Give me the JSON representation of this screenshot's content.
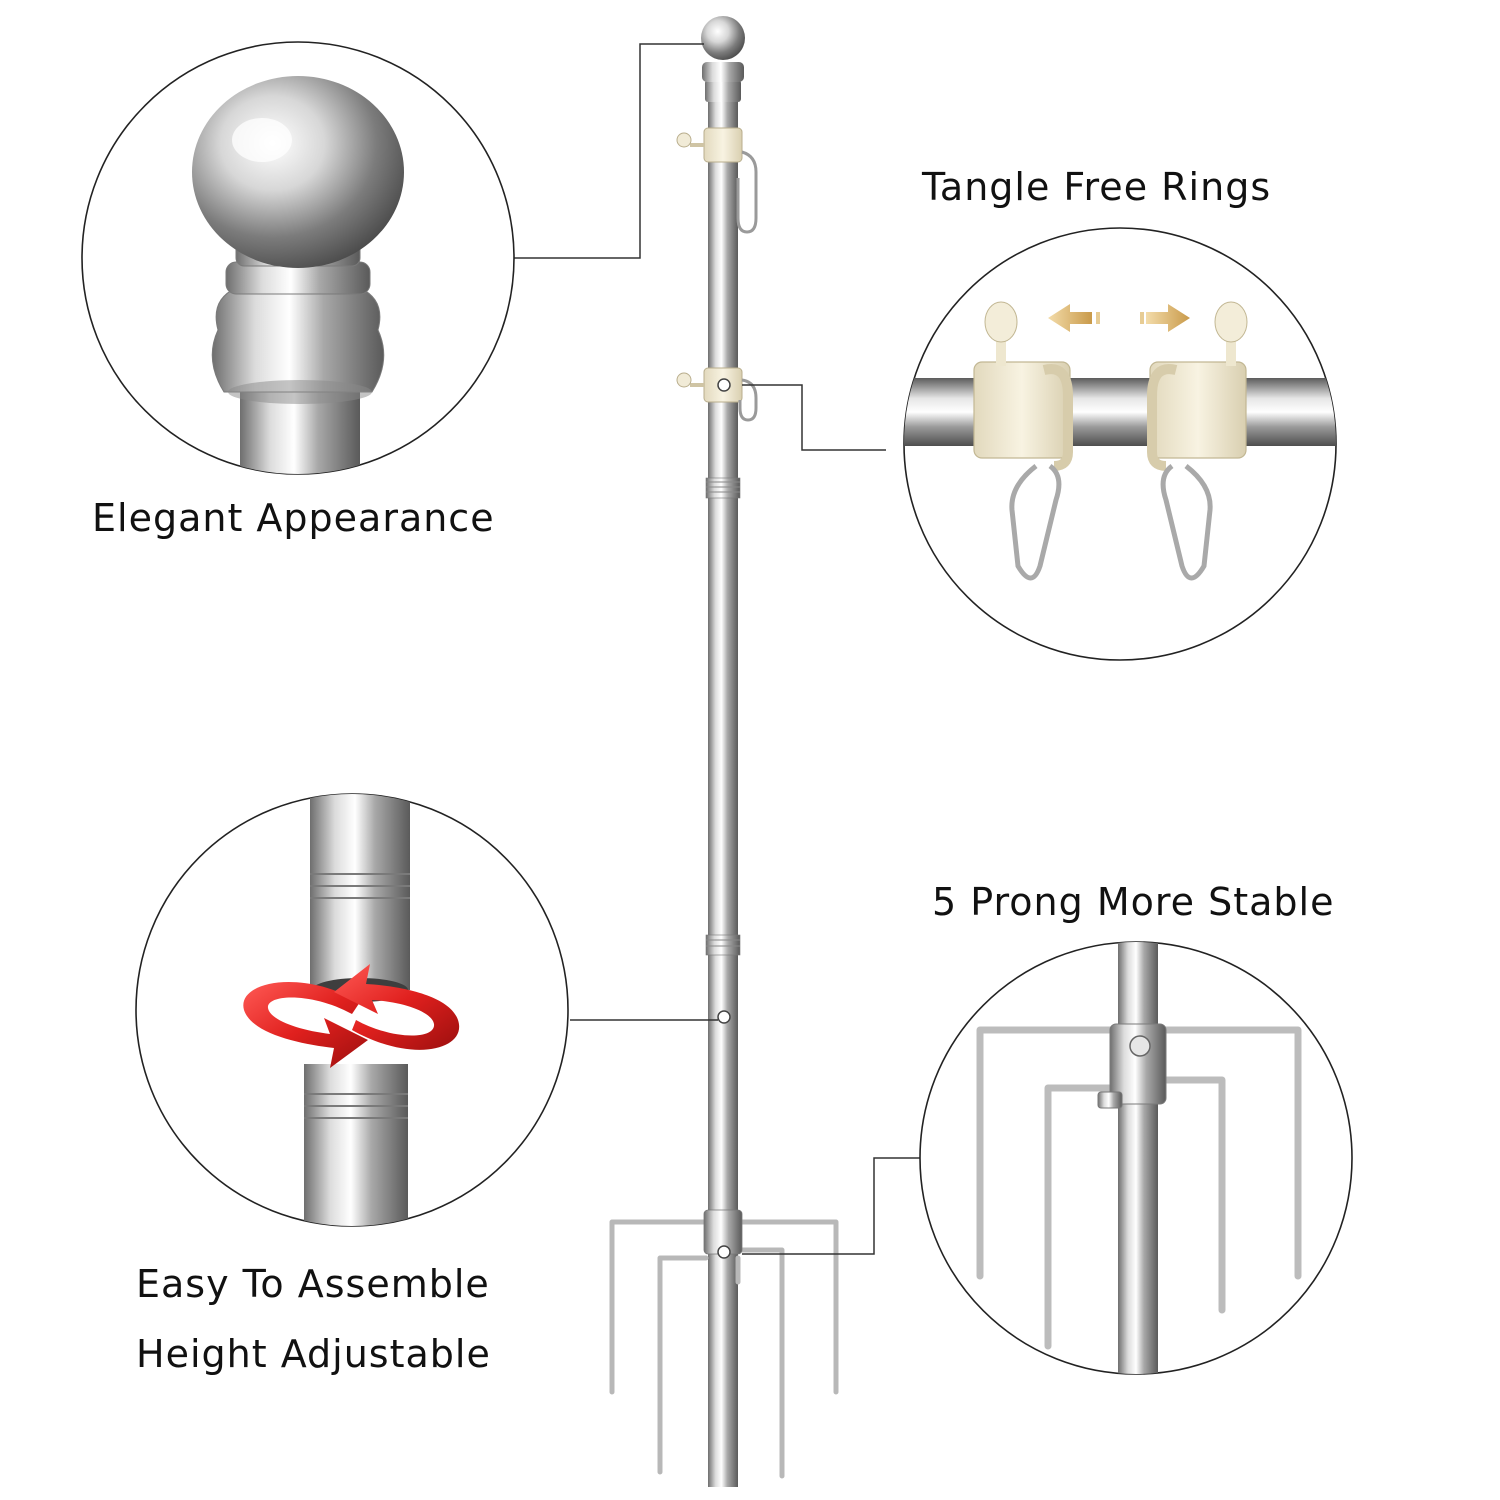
{
  "features": {
    "elegant": {
      "label": "Elegant Appearance",
      "icon": "chrome-ball-finial-icon"
    },
    "rings": {
      "label": "Tangle Free Rings",
      "icon": "tangle-free-ring-icon"
    },
    "assemble": {
      "line1": "Easy To Assemble",
      "line2": "Height Adjustable",
      "icon": "rotate-arrows-icon"
    },
    "prong": {
      "label": "5 Prong More Stable",
      "icon": "five-prong-stake-icon"
    }
  },
  "colors": {
    "background": "#ffffff",
    "text": "#111111",
    "outline": "#222222",
    "chrome_light": "#f4f4f4",
    "chrome_dark": "#6a6a6a",
    "ring_cream": "#f1ebd7",
    "arrow_red": "#e0201e",
    "arrow_gold": "#d8b46a"
  }
}
